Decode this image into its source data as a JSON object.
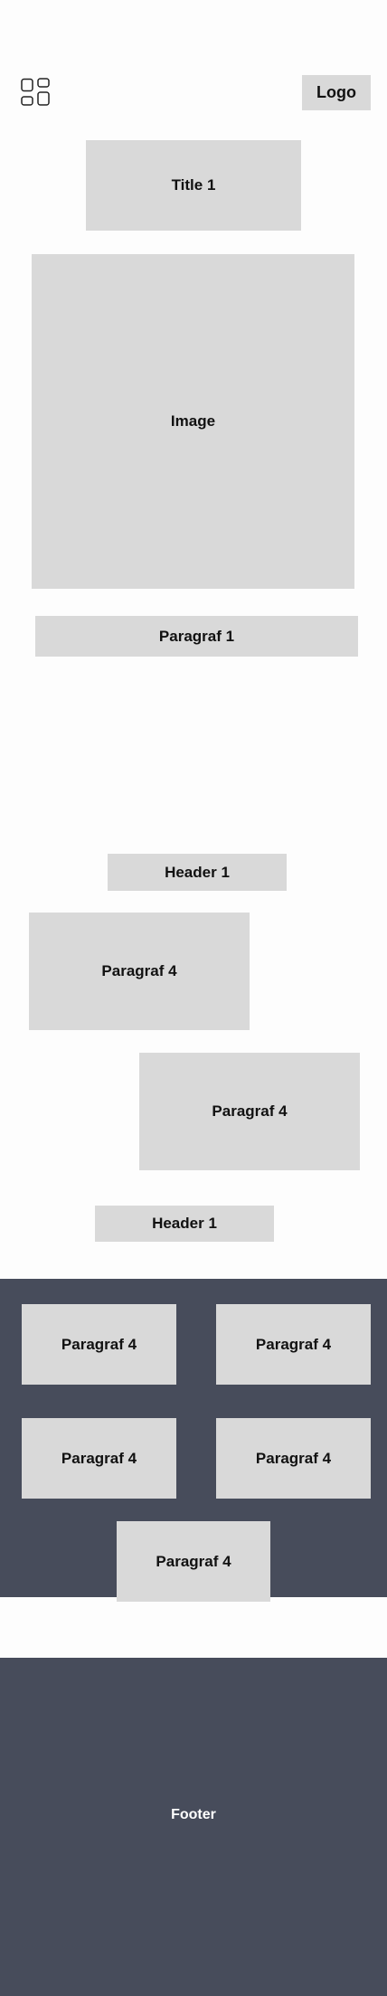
{
  "header": {
    "logo_label": "Logo",
    "menu_icon": "grid-icon"
  },
  "hero": {
    "title": "Title 1",
    "image_label": "Image",
    "paragraph": "Paragraf 1"
  },
  "section1": {
    "header": "Header 1",
    "paragraphs": [
      "Paragraf 4",
      "Paragraf 4"
    ]
  },
  "section2": {
    "header": "Header 1"
  },
  "dark_section": {
    "cards": [
      "Paragraf 4",
      "Paragraf 4",
      "Paragraf 4",
      "Paragraf 4",
      "Paragraf 4"
    ],
    "background": "#474c5b"
  },
  "footer": {
    "label": "Footer",
    "background": "#474c5b"
  },
  "colors": {
    "placeholder": "#d9d9d9",
    "page": "#fdfdfd"
  }
}
